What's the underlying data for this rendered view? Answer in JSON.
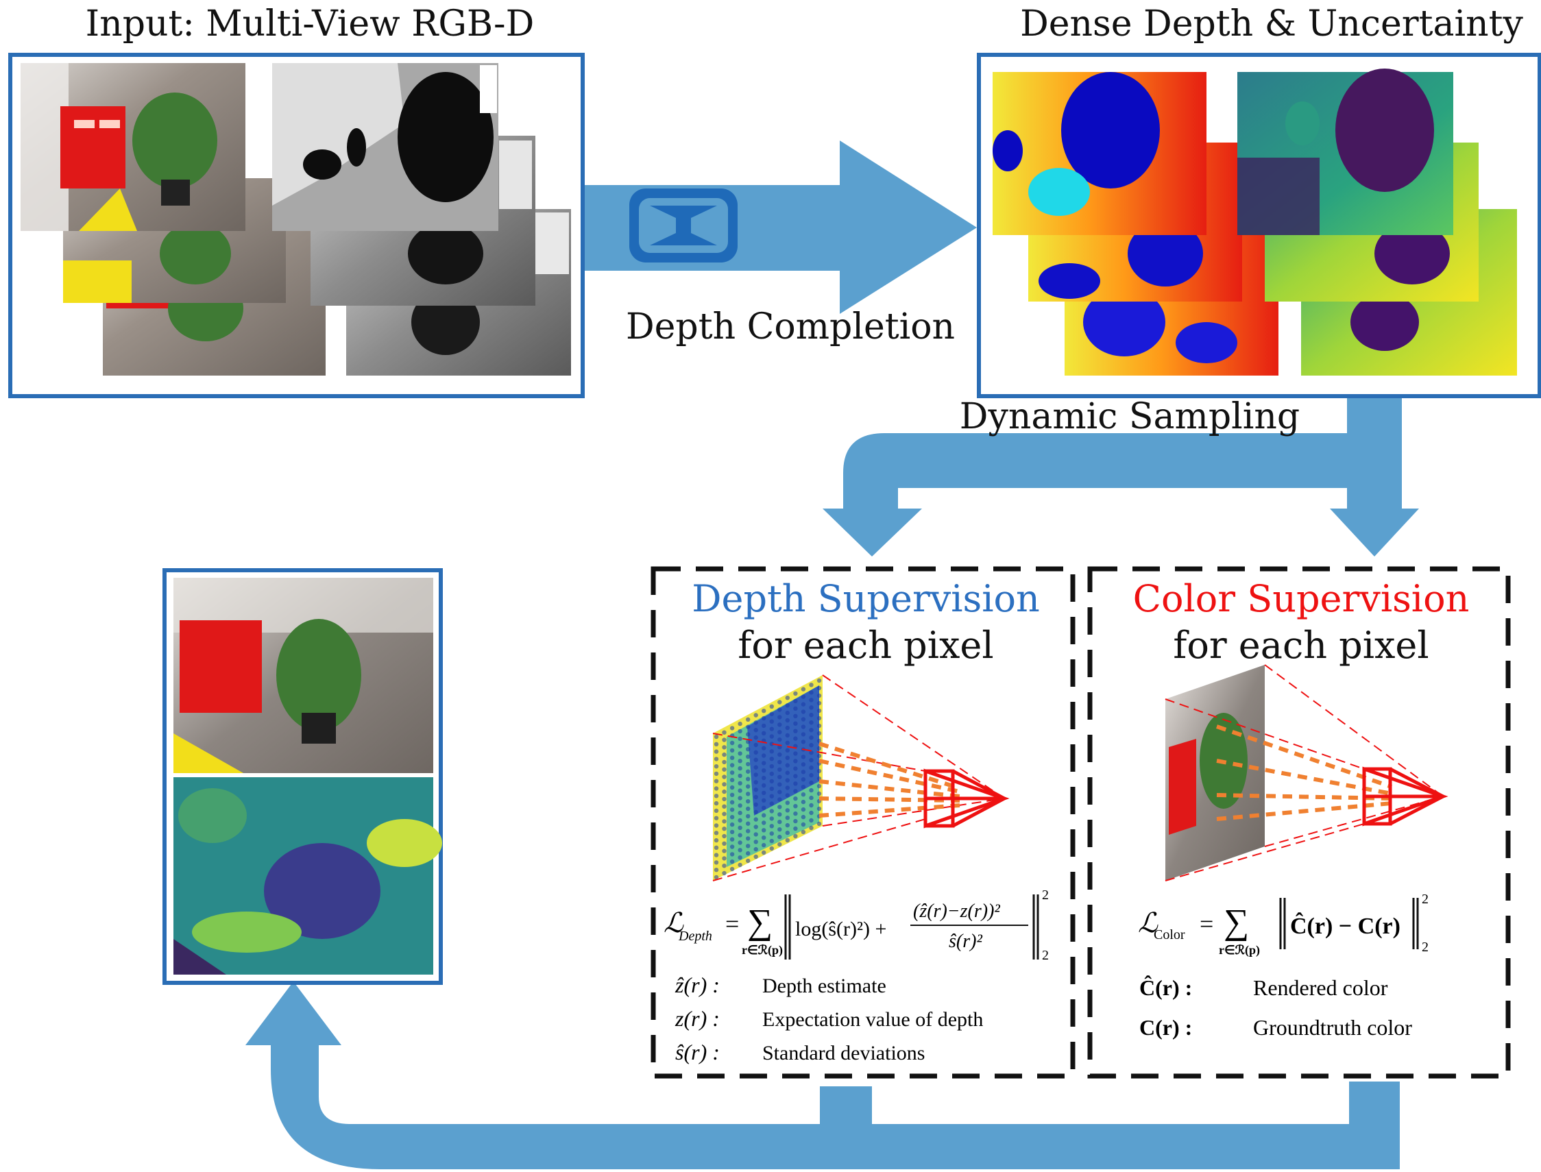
{
  "titles": {
    "input": "Input: Multi-View RGB-D",
    "dense": "Dense Depth & Uncertainty",
    "depth_completion": "Depth Completion",
    "dynamic_sampling": "Dynamic Sampling"
  },
  "depth_supervision": {
    "heading": "Depth Supervision",
    "subheading": "for each pixel",
    "loss_lhs": "ℒ",
    "loss_lhs_sub": "Depth",
    "sum_sub": "r∈ℛ(p)",
    "loss_body": "log(ŝ(r)²) + (ẑ(r)−z(r))² / ŝ(r)²",
    "num": "(ẑ(r)−z(r))²",
    "den": "ŝ(r)²",
    "log_term": "log(ŝ(r)²) +",
    "defs": [
      {
        "sym": "ẑ(r) :",
        "desc": "Depth estimate"
      },
      {
        "sym": "z(r) :",
        "desc": "Expectation value of depth"
      },
      {
        "sym": "ŝ(r) :",
        "desc": "Standard deviations"
      }
    ]
  },
  "color_supervision": {
    "heading": "Color Supervision",
    "subheading": "for each pixel",
    "loss_lhs": "ℒ",
    "loss_lhs_sub": "Color",
    "sum_sub": "r∈ℛ(p)",
    "loss_body": "Ĉ(r) − C(r)",
    "defs": [
      {
        "sym": "Ĉ(r) :",
        "desc": "Rendered color"
      },
      {
        "sym": "C(r) :",
        "desc": "Groundtruth color"
      }
    ]
  },
  "colors": {
    "arrow": "#5ba0cf",
    "frame": "#2a6db5",
    "depth_heading": "#2b6fc0",
    "color_heading": "#ee1111",
    "camera": "#ee1111",
    "rays": "#f08030"
  }
}
